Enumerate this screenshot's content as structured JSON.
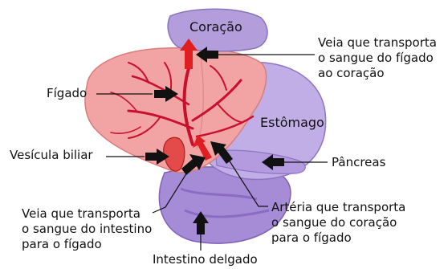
{
  "labels": {
    "coracao": "Coração",
    "figado": "Fígado",
    "estomago": "Estômago",
    "vesicula_biliar": "Vesícula biliar",
    "pancreas": "Pâncreas",
    "veia_figado_coracao": "Veia que transporta\no sangue do fígado\nao coração",
    "veia_intestino_figado": "Veia que transporta\no sangue do intestino\npara o fígado",
    "arteria_coracao_figado": "Artéria que transporta\no sangue do coração\npara o fígado",
    "intestino_delgado": "Intestino delgado"
  },
  "colors": {
    "liver": "#f2a3a3",
    "liver_edge": "#d97c7c",
    "vessel": "#c8102e",
    "heart": "#b39ddb",
    "stomach": "#c2aee6",
    "intestine": "#a68bd6",
    "arrow_black": "#111111",
    "arrow_red": "#e02020"
  }
}
